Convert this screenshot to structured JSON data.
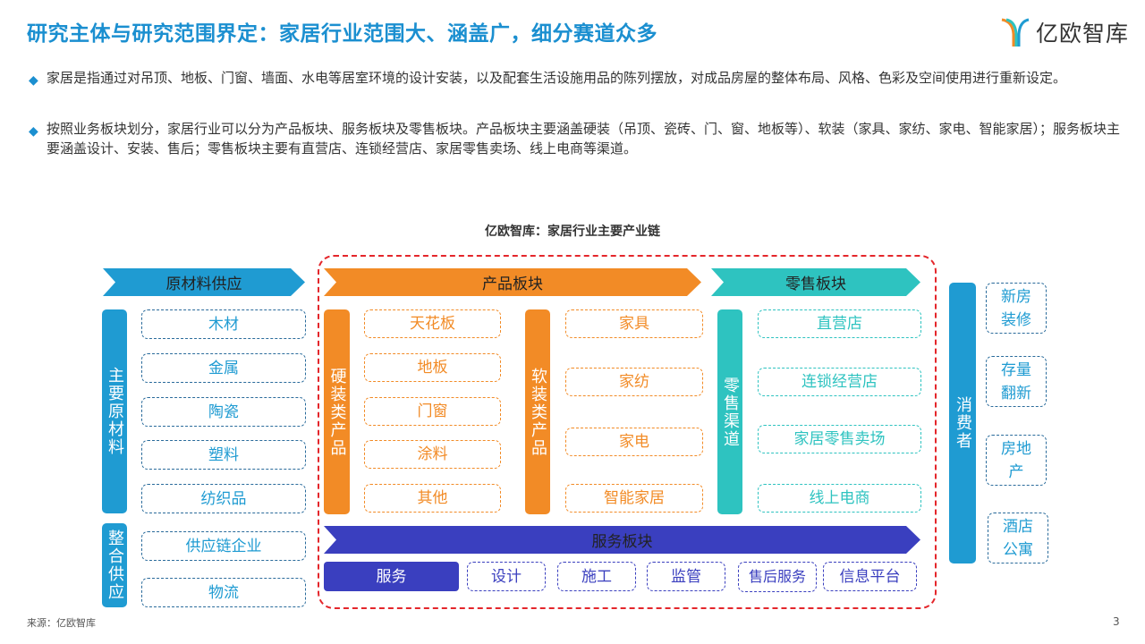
{
  "title": "研究主体与研究范围界定：家居行业范围大、涵盖广，细分赛道众多",
  "logo": {
    "text": "亿欧智库"
  },
  "bullets": [
    "家居是指通过对吊顶、地板、门窗、墙面、水电等居室环境的设计安装，以及配套生活设施用品的陈列摆放，对成品房屋的整体布局、风格、色彩及空间使用进行重新设定。",
    "按照业务板块划分，家居行业可以分为产品板块、服务板块及零售板块。产品板块主要涵盖硬装（吊顶、瓷砖、门、窗、地板等）、软装（家具、家纺、家电、智能家居）；服务板块主要涵盖设计、安装、售后；零售板块主要有直营店、连锁经营店、家居零售卖场、线上电商等渠道。"
  ],
  "diagram": {
    "title": "亿欧智库：家居行业主要产业链",
    "raw": {
      "header": "原材料供应",
      "main_label": "主要原材料",
      "main_items": [
        "木材",
        "金属",
        "陶瓷",
        "塑料",
        "纺织品"
      ],
      "supply_label": "整合供应",
      "supply_items": [
        "供应链企业",
        "物流"
      ]
    },
    "product": {
      "header": "产品板块",
      "hard_label": "硬装类产品",
      "hard_items": [
        "天花板",
        "地板",
        "门窗",
        "涂料",
        "其他"
      ],
      "soft_label": "软装类产品",
      "soft_items": [
        "家具",
        "家纺",
        "家电",
        "智能家居"
      ]
    },
    "retail": {
      "header": "零售板块",
      "label": "零售渠道",
      "items": [
        "直营店",
        "连锁经营店",
        "家居零售卖场",
        "线上电商"
      ]
    },
    "service": {
      "header": "服务板块",
      "label": "服务",
      "items": [
        "设计",
        "施工",
        "监管",
        "售后服务",
        "信息平台"
      ]
    },
    "consumer": {
      "label": "消费者",
      "items": [
        "新房装修",
        "存量翻新",
        "房地产",
        "酒店公寓"
      ]
    }
  },
  "footer": {
    "source": "来源：亿欧智库",
    "page": "3"
  },
  "colors": {
    "blue": "#1f9bd2",
    "orange": "#f28b26",
    "teal": "#2ec3c0",
    "indigo": "#3a3fbf",
    "red": "#e4262b"
  }
}
